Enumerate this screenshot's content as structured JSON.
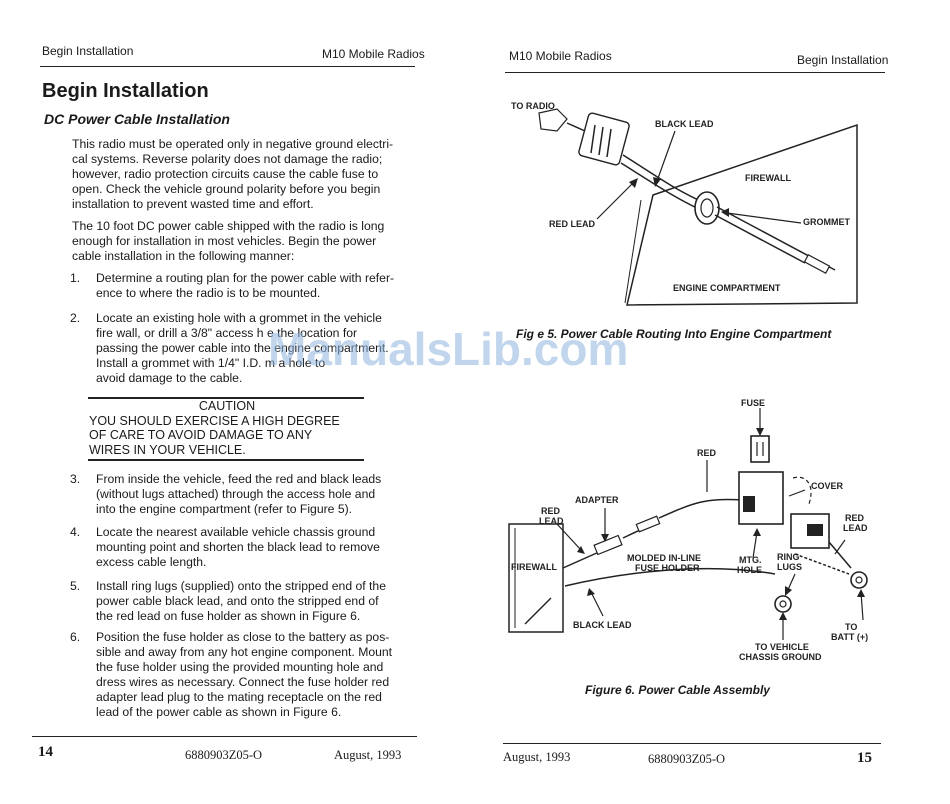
{
  "left_page": {
    "header_left": "Begin Installation",
    "header_right": "M10 Mobile Radios",
    "title": "Begin Installation",
    "subtitle": "DC Power Cable Installation",
    "intro_lines": [
      "This radio must be operated only in negative ground electri-",
      "cal systems. Reverse polarity does not damage the radio;",
      "however, radio protection circuits cause the cable fuse to",
      "open. Check the vehicle ground polarity before you begin",
      "installation to prevent wasted time and effort."
    ],
    "para2_lines": [
      "The 10 foot DC power cable shipped with the radio is long",
      "enough for installation in most vehicles. Begin the power",
      "cable installation in the following manner:"
    ],
    "steps": [
      {
        "num": "1.",
        "lines": [
          "Determine a routing plan for the power cable with refer-",
          "ence to where the radio is to be mounted."
        ]
      },
      {
        "num": "2.",
        "lines": [
          "Locate an existing hole with a grommet in the vehicle",
          "fire wall, or drill a 3/8\" access h e the location for",
          "passing the power cable into the engine compartment.",
          "Install a grommet with 1/4\" I.D. m a    hole to",
          "avoid damage to the cable."
        ]
      },
      {
        "num": "3.",
        "lines": [
          "From inside the vehicle, feed the red and black leads",
          "(without lugs attached) through the access hole and",
          "into the engine compartment (refer to Figure 5)."
        ]
      },
      {
        "num": "4.",
        "lines": [
          "Locate the nearest available vehicle chassis ground",
          "mounting point and shorten the black lead to remove",
          "excess cable length."
        ]
      },
      {
        "num": "5.",
        "lines": [
          "Install ring lugs (supplied) onto the stripped end of the",
          "power cable black lead, and onto the stripped end of",
          "the red lead on fuse holder as shown in Figure 6."
        ]
      },
      {
        "num": "6.",
        "lines": [
          "Position the fuse holder as close to the battery as pos-",
          "sible and away from any hot engine component. Mount",
          "the fuse holder using the provided mounting hole and",
          "dress wires as necessary. Connect the fuse holder red",
          "adapter lead plug to the mating receptacle on the red",
          "lead of the power cable as shown in Figure 6."
        ]
      }
    ],
    "caution": {
      "heading": "CAUTION",
      "lines": [
        "YOU SHOULD EXERCISE A HIGH DEGREE",
        "OF CARE TO AVOID DAMAGE TO ANY",
        "WIRES IN YOUR VEHICLE."
      ]
    },
    "footer_page": "14",
    "footer_code": "6880903Z05-O",
    "footer_date": "August, 1993"
  },
  "right_page": {
    "header_left": "M10 Mobile Radios",
    "header_right": "Begin Installation",
    "figure5": {
      "labels": {
        "to_radio": "TO RADIO",
        "black_lead": "BLACK LEAD",
        "firewall": "FIREWALL",
        "grommet": "GROMMET",
        "red_lead": "RED LEAD",
        "engine_compartment": "ENGINE COMPARTMENT"
      },
      "caption": "Fig  e 5.  Power Cable Routing Into Engine Compartment"
    },
    "figure6": {
      "labels": {
        "fuse": "FUSE",
        "red": "RED",
        "cover": "COVER",
        "adapter": "ADAPTER",
        "red_lead_left_1": "RED",
        "red_lead_left_2": "LEAD",
        "red_lead_right_1": "RED",
        "red_lead_right_2": "LEAD",
        "firewall": "FIREWALL",
        "molded_1": "MOLDED IN-LINE",
        "molded_2": "FUSE HOLDER",
        "mtg_1": "MTG.",
        "mtg_2": "HOLE",
        "ring_1": "RING",
        "ring_2": "LUGS",
        "black_lead": "BLACK LEAD",
        "to_batt_1": "TO",
        "to_batt_2": "BATT (+)",
        "chassis_1": "TO VEHICLE",
        "chassis_2": "CHASSIS GROUND"
      },
      "caption": "Figure 6.  Power Cable Assembly"
    },
    "footer_date": "August, 1993",
    "footer_code": "6880903Z05-O",
    "footer_page": "15"
  },
  "watermark": "ManualsLib.com"
}
